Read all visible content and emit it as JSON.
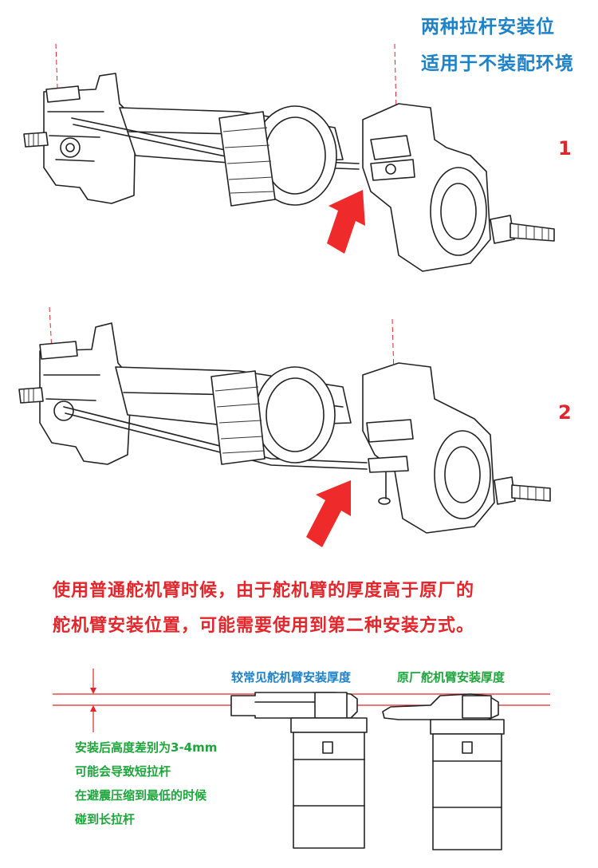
{
  "header": {
    "line1": "两种拉杆安装位",
    "line2": "适用于不装配环境"
  },
  "figures": {
    "label_1": "1",
    "label_2": "2"
  },
  "note": {
    "line1": "使用普通舵机臂时候，由于舵机臂的厚度高于原厂的",
    "line2": "舵机臂安装位置，可能需要使用到第二种安装方式。"
  },
  "servo_diagram": {
    "common_label": "较常见舵机臂安装厚度",
    "oem_label": "原厂舵机臂安装厚度",
    "notes": [
      "安装后高度差别为3-4mm",
      "可能会导致短拉杆",
      "在避震压缩到最低的时候",
      "碰到长拉杆"
    ]
  },
  "colors": {
    "blue": "#1e82c8",
    "red": "#e3262b",
    "green": "#1ea53c"
  }
}
